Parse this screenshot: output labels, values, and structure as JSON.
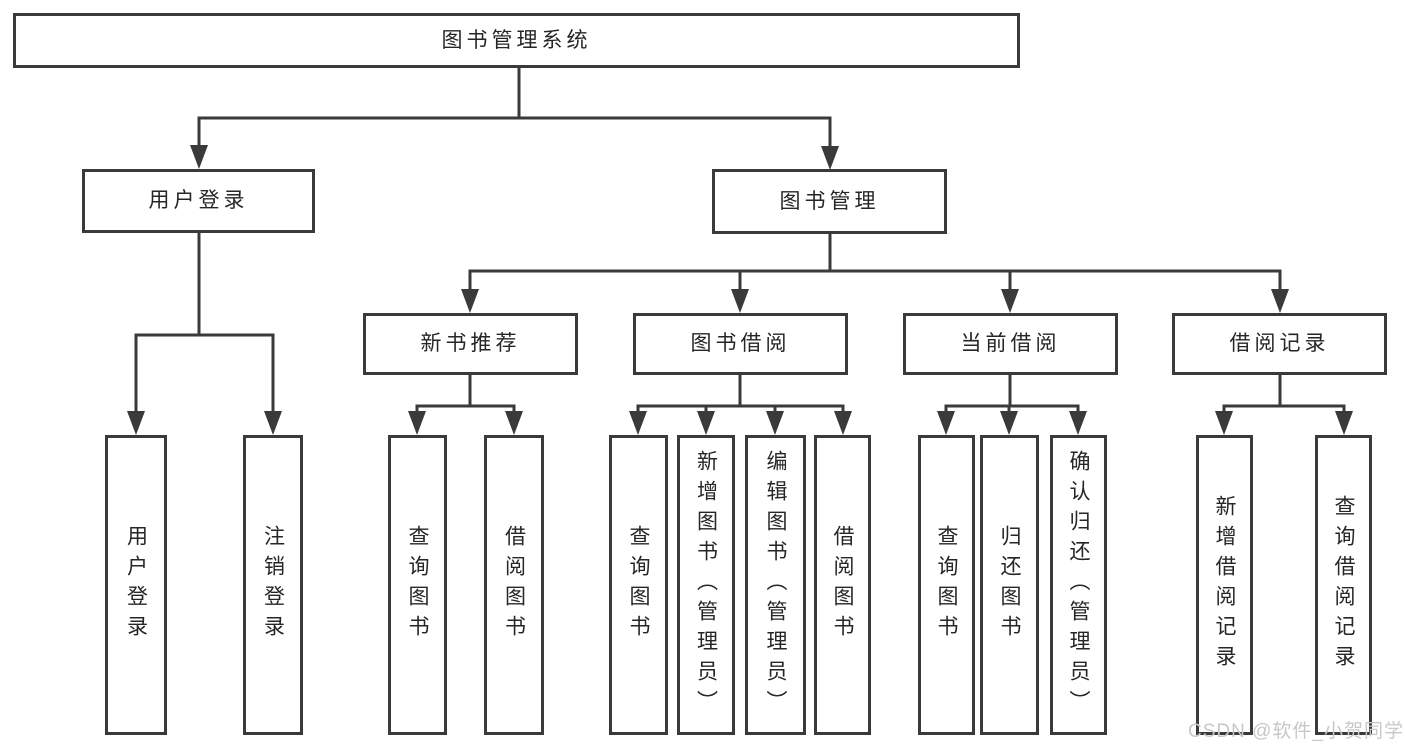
{
  "diagram": {
    "root": {
      "label": "图书管理系统"
    },
    "branches": [
      {
        "label": "用户登录",
        "children": [
          "用户登录",
          "注销登录"
        ]
      },
      {
        "label": "图书管理",
        "sections": [
          {
            "label": "新书推荐",
            "children": [
              "查询图书",
              "借阅图书"
            ]
          },
          {
            "label": "图书借阅",
            "children": [
              "查询图书",
              "新增图书（管理员）",
              "编辑图书（管理员）",
              "借阅图书"
            ]
          },
          {
            "label": "当前借阅",
            "children": [
              "查询图书",
              "归还图书",
              "确认归还（管理员）"
            ]
          },
          {
            "label": "借阅记录",
            "children": [
              "新增借阅记录",
              "查询借阅记录"
            ]
          }
        ]
      }
    ]
  },
  "watermark": "CSDN @软件_小贺同学",
  "colors": {
    "line": "#3a3a3a",
    "text": "#262626",
    "box_bg": "#ffffff",
    "watermark": "#c8c8c8"
  }
}
